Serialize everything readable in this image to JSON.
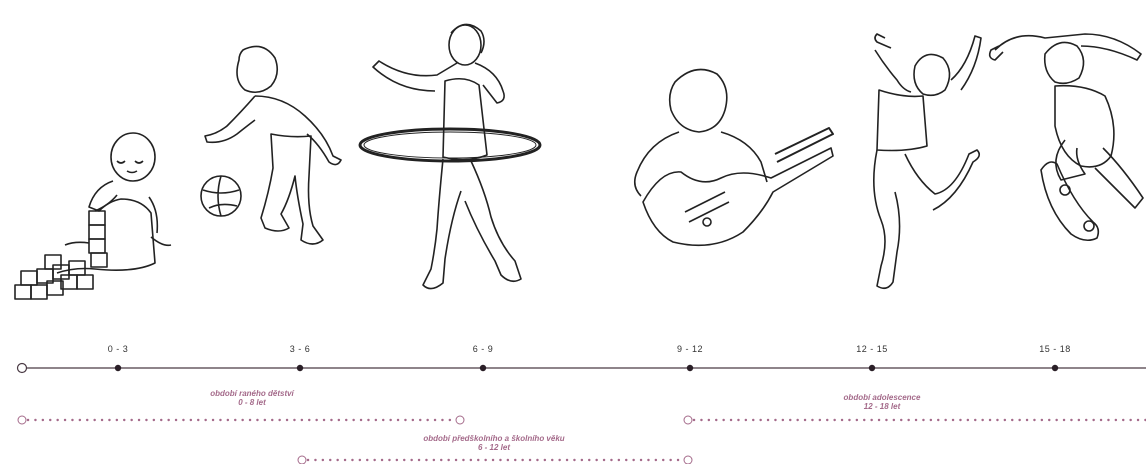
{
  "timeline": {
    "ticks": [
      "0 - 3",
      "3 - 6",
      "6 - 9",
      "9 - 12",
      "12 - 15",
      "15 - 18"
    ]
  },
  "periods": [
    {
      "name": "období raného dětství",
      "range": "0 - 8 let"
    },
    {
      "name": "období předškolního a školního věku",
      "range": "6 - 12 let"
    },
    {
      "name": "období adolescence",
      "range": "12 - 18 let"
    }
  ],
  "colors": {
    "axis": "#4a3a44",
    "period_accent": "#a46a8a",
    "sketch": "#222222"
  },
  "figures": [
    {
      "icon": "baby-with-blocks-sketch"
    },
    {
      "icon": "boy-with-ball-sketch"
    },
    {
      "icon": "girl-with-hula-hoop-sketch"
    },
    {
      "icon": "boy-with-guitar-sketch"
    },
    {
      "icon": "girl-dancing-sketch"
    },
    {
      "icon": "boy-skateboarding-sketch"
    }
  ]
}
